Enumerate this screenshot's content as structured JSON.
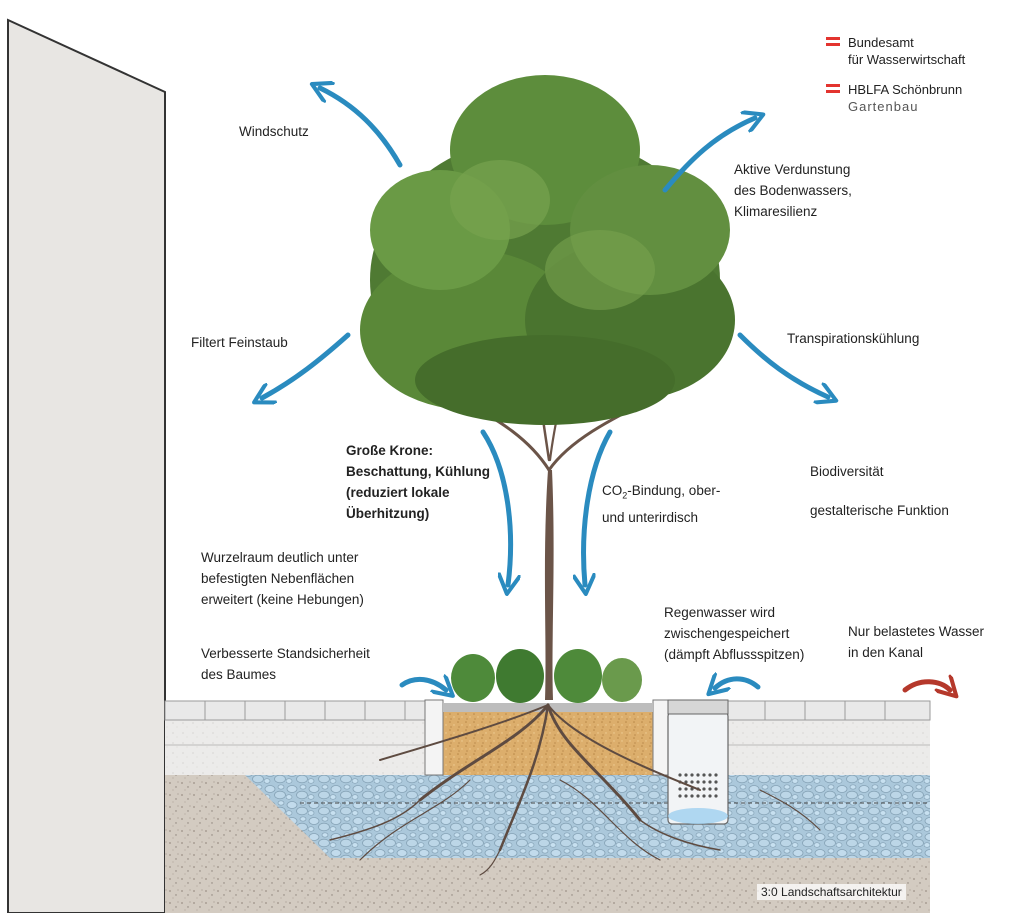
{
  "logos": [
    {
      "lines": [
        "Bundesamt",
        "für Wasserwirtschaft"
      ],
      "flag_colors": [
        "#e3342f",
        "#ffffff",
        "#e3342f"
      ]
    },
    {
      "lines": [
        "HBLFA Schönbrunn",
        "Gartenbau"
      ],
      "flag_colors": [
        "#e3342f",
        "#ffffff",
        "#e3342f"
      ]
    }
  ],
  "labels": {
    "windschutz": "Windschutz",
    "verdunstung": [
      "Aktive Verdunstung",
      "des Bodenwassers,",
      "Klimaresilienz"
    ],
    "feinstaub": "Filtert Feinstaub",
    "transpiration": "Transpirationskühlung",
    "krone": [
      "Große Krone:",
      "Beschattung, Kühlung",
      "(reduziert lokale",
      "Überhitzung)"
    ],
    "co2": {
      "prefix": "CO",
      "sub": "2",
      "rest": "-Bindung, ober-",
      "line2": "und unterirdisch"
    },
    "biodiversitaet": "Biodiversität",
    "gestalterisch": "gestalterische Funktion",
    "wurzelraum": [
      "Wurzelraum deutlich unter",
      "befestigten Nebenflächen",
      "erweitert (keine Hebungen)"
    ],
    "standsicherheit": [
      "Verbesserte Standsicherheit",
      "des Baumes"
    ],
    "regenwasser": [
      "Regenwasser wird",
      "zwischengespeichert",
      "(dämpft Abflussspitzen)"
    ],
    "kanal": [
      "Nur belastetes Wasser",
      "in den Kanal"
    ]
  },
  "credit": "3:0 Landschaftsarchitektur",
  "colors": {
    "arrow_blue": "#2a8bbf",
    "arrow_red": "#b5382b",
    "foliage": "#4f7a33",
    "foliage_light": "#78a24e",
    "trunk": "#6b5448",
    "gravel": "#b9c3cc",
    "water": "#8ec5e8",
    "soil": "#cfc6bb",
    "substrate": "#d8a866",
    "building": "#e8e6e3"
  }
}
